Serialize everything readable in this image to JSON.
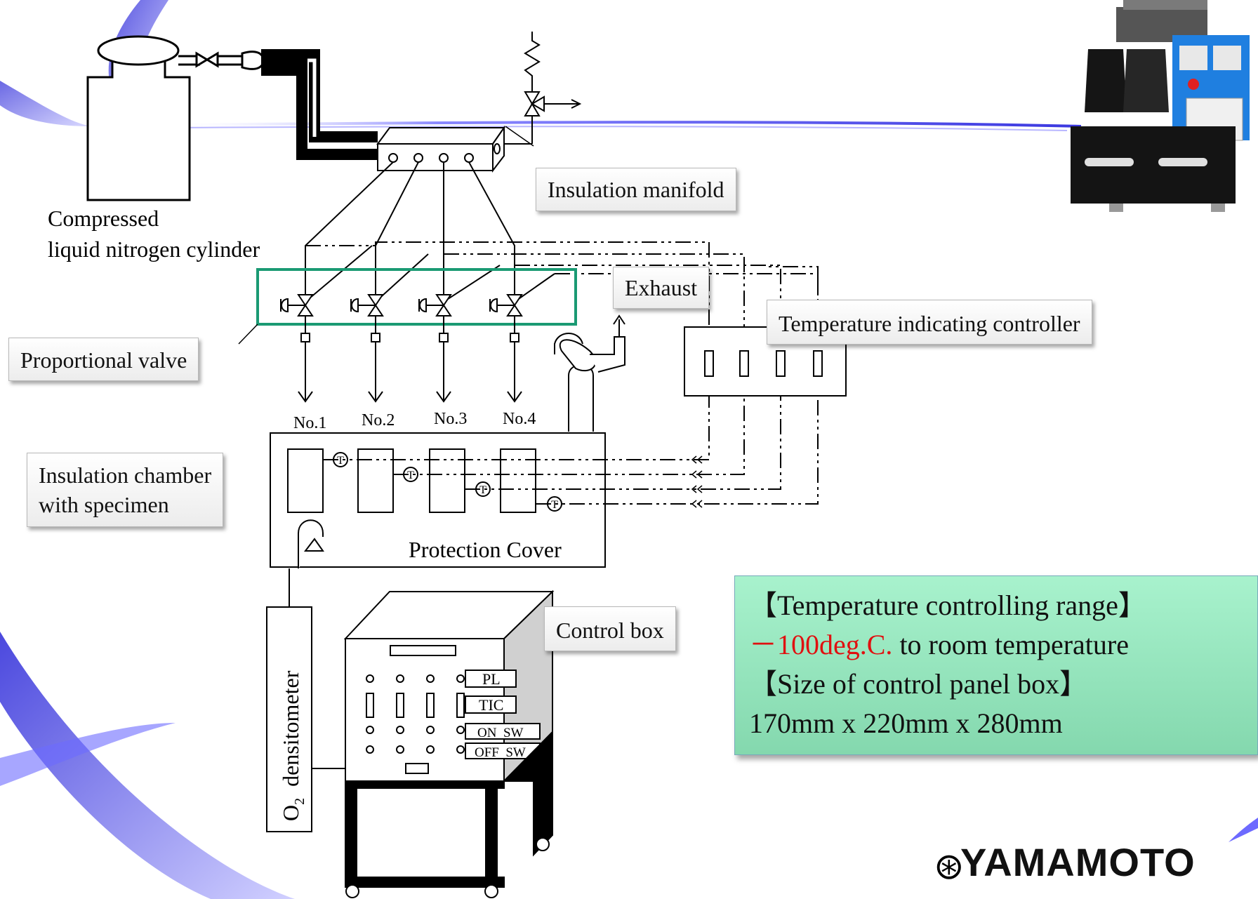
{
  "labels": {
    "cylinder_line1": "Compressed",
    "cylinder_line2": "liquid nitrogen cylinder",
    "manifold": "Insulation manifold",
    "exhaust": "Exhaust",
    "tic": "Temperature indicating controller",
    "prop_valve": "Proportional valve",
    "chamber_line1": "Insulation chamber",
    "chamber_line2": "with specimen",
    "protection": "Protection Cover",
    "control_box": "Control box",
    "densitometer_O": "O",
    "densitometer_sub": "2",
    "densitometer_rest": "densitometer"
  },
  "outlets": [
    "No.1",
    "No.2",
    "No.3",
    "No.4"
  ],
  "temp_marker": "T",
  "panel_labels": [
    "PL",
    "TIC",
    "ON  SW",
    "OFF  SW"
  ],
  "spec": {
    "line1": "【Temperature controlling range】",
    "line2_red": "－100deg.C.",
    "line2_rest": " to room temperature",
    "line3": "【Size of control panel box】",
    "line4": "170mm x 220mm x 280mm"
  },
  "logo_text": "YAMAMOTO",
  "colors": {
    "valve_frame": "#1a9a73",
    "accent_red": "#e01010",
    "swoosh": "#4a46e0",
    "spec_bg": "#95e6be"
  }
}
